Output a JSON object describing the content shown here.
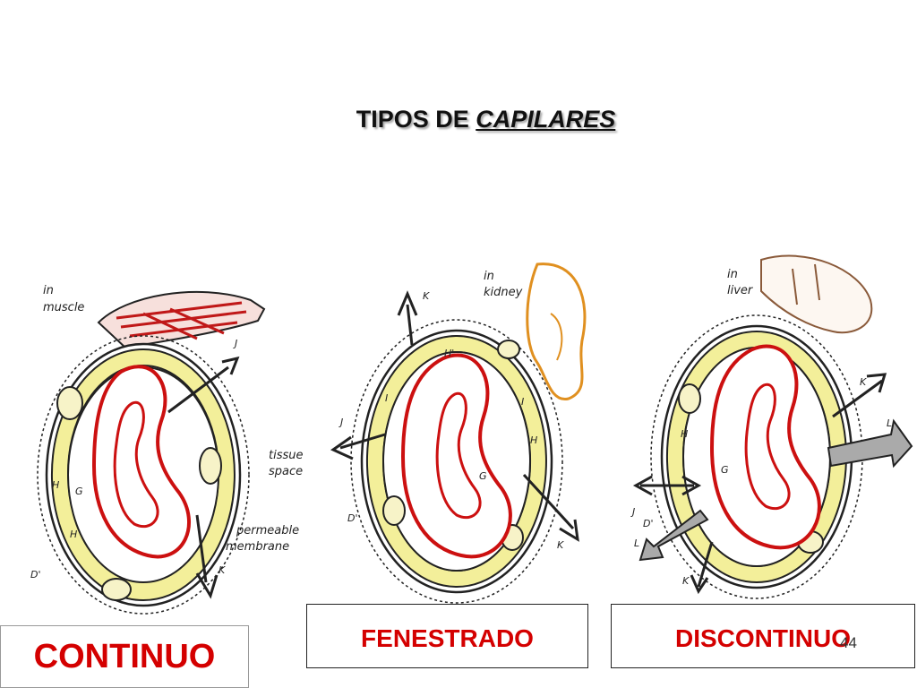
{
  "title": {
    "prefix": "TIPOS DE ",
    "emphasis": "CAPILARES"
  },
  "slide_number": "44",
  "panels": [
    {
      "id": "continuo",
      "type_label": "CONTINUO",
      "location_label": "in muscle",
      "annotations": {
        "tissue_space": "tissue space",
        "permeable_membrane": "permeable membrane"
      },
      "letters": [
        "J",
        "H",
        "G",
        "H",
        "D'",
        "K"
      ]
    },
    {
      "id": "fenestrado",
      "type_label": "FENESTRADO",
      "location_label": "in kidney",
      "letters": [
        "K",
        "H",
        "J",
        "I",
        "I",
        "H",
        "G",
        "D'",
        "K"
      ]
    },
    {
      "id": "discontinuo",
      "type_label": "DISCONTINUO",
      "location_label": "in liver",
      "letters": [
        "K",
        "H",
        "L",
        "G",
        "J",
        "D'",
        "L",
        "K"
      ]
    }
  ],
  "colors": {
    "label_red": "#d40000",
    "cell_yellow": "#f3ef9a",
    "lumen_red": "#cc1010"
  }
}
